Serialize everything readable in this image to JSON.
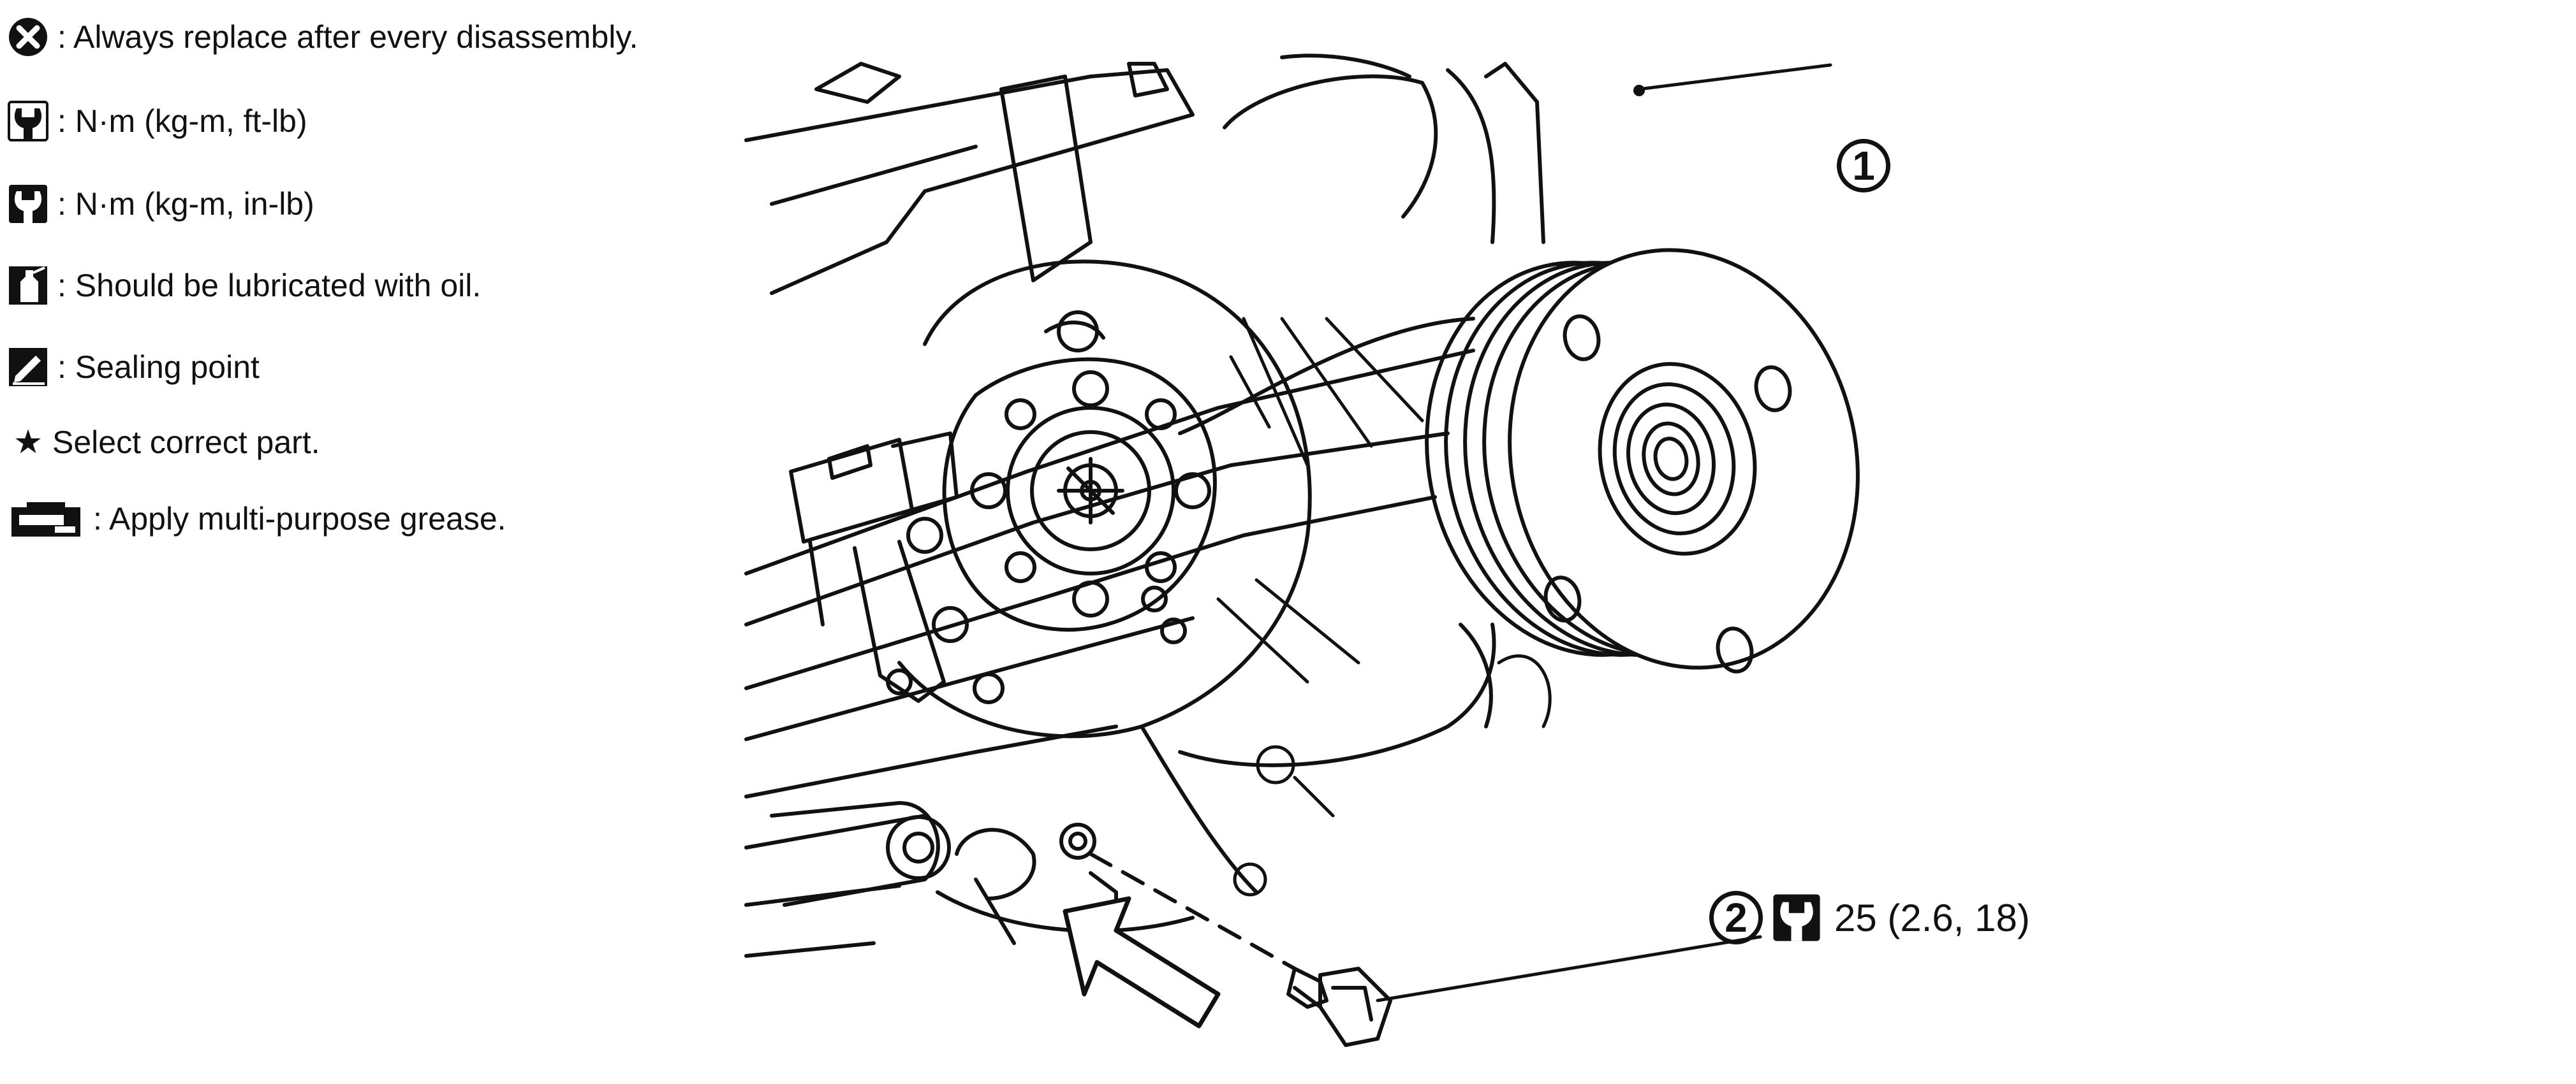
{
  "legend": {
    "items": [
      {
        "icon": "replace-x-icon",
        "text": ": Always replace after every disassembly."
      },
      {
        "icon": "torque-wrench-ftlb-icon",
        "text": ": N·m (kg-m, ft-lb)"
      },
      {
        "icon": "torque-wrench-inlb-icon",
        "text": ": N·m (kg-m, in-lb)"
      },
      {
        "icon": "oil-can-icon",
        "text": ": Should be lubricated with oil."
      },
      {
        "icon": "sealant-icon",
        "text": ": Sealing point"
      },
      {
        "icon": "star-icon",
        "text": "Select correct part."
      },
      {
        "icon": "grease-icon",
        "text": ": Apply multi-purpose grease."
      }
    ],
    "star_glyph": "★"
  },
  "callouts": {
    "one": {
      "number": "1"
    },
    "two": {
      "number": "2",
      "torque": "25 (2.6, 18)"
    }
  },
  "colors": {
    "line": "#111111",
    "background": "#ffffff"
  }
}
